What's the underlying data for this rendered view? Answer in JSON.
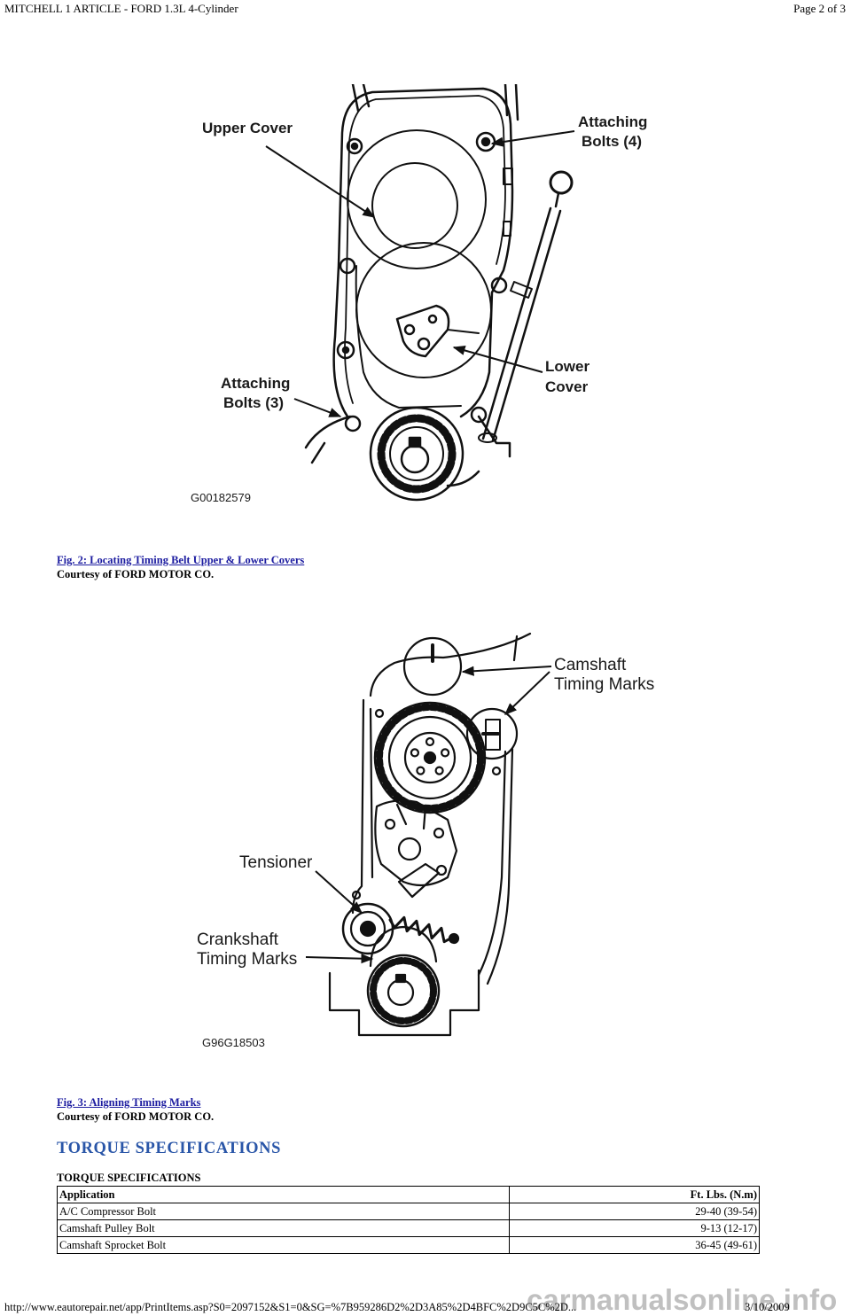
{
  "header": {
    "title": "MITCHELL 1 ARTICLE - FORD 1.3L 4-Cylinder",
    "page": "Page 2 of 3"
  },
  "figures": [
    {
      "labels": {
        "upper_cover": "Upper Cover",
        "attaching_bolts_4": [
          "Attaching",
          "Bolts (4)"
        ],
        "lower_cover": [
          "Lower",
          "Cover"
        ],
        "attaching_bolts_3": [
          "Attaching",
          "Bolts (3)"
        ]
      },
      "code": "G00182579",
      "caption": "Fig. 2: Locating Timing Belt Upper & Lower Covers",
      "courtesy": "Courtesy of FORD MOTOR CO."
    },
    {
      "labels": {
        "camshaft_timing_marks": [
          "Camshaft",
          "Timing Marks"
        ],
        "tensioner": "Tensioner",
        "crankshaft_timing_marks": [
          "Crankshaft",
          "Timing Marks"
        ]
      },
      "code": "G96G18503",
      "caption": "Fig. 3: Aligning Timing Marks",
      "courtesy": "Courtesy of FORD MOTOR CO."
    }
  ],
  "section": {
    "heading": "TORQUE SPECIFICATIONS",
    "table_title": "TORQUE SPECIFICATIONS"
  },
  "table": {
    "headers": [
      "Application",
      "Ft. Lbs. (N.m)"
    ],
    "rows": [
      [
        "A/C Compressor Bolt",
        "29-40 (39-54)"
      ],
      [
        "Camshaft Pulley Bolt",
        "9-13 (12-17)"
      ],
      [
        "Camshaft Sprocket Bolt",
        "36-45 (49-61)"
      ]
    ]
  },
  "footer": {
    "url": "http://www.eautorepair.net/app/PrintItems.asp?S0=2097152&S1=0&SG=%7B959286D2%2D3A85%2D4BFC%2D9C5C%2D...",
    "date": "3/10/2009"
  },
  "watermark": "carmanualsonline.info",
  "colors": {
    "link": "#1c1ca0",
    "heading": "#2a56a8",
    "text": "#000000"
  }
}
